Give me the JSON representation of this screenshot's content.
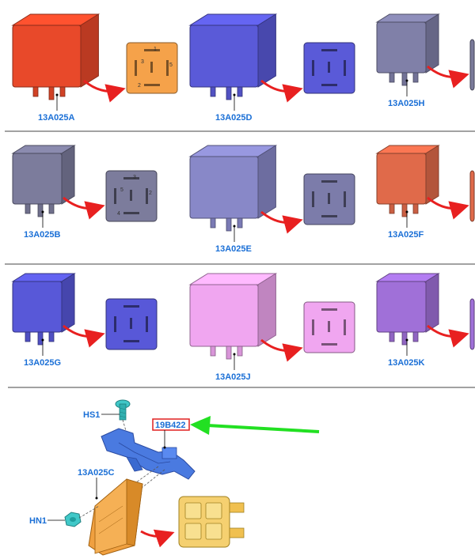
{
  "rows": [
    {
      "relays": [
        {
          "code": "13A025A",
          "color": "#e8492a",
          "style": "large",
          "pins": [
            "1",
            "3",
            "5",
            "2"
          ],
          "socket_color": "#f5a24a"
        },
        {
          "code": "13A025D",
          "color": "#5a5ad8",
          "style": "large",
          "pins": [],
          "socket_color": "#5a5ad8"
        },
        {
          "code": "13A025H",
          "color": "#8080a8",
          "style": "small",
          "pins": [],
          "socket_color": "#7a7a9a"
        }
      ]
    },
    {
      "relays": [
        {
          "code": "13A025B",
          "color": "#7c7c9c",
          "style": "small",
          "pins": [
            "3",
            "5",
            "2",
            "4"
          ],
          "socket_color": "#7c7c9c"
        },
        {
          "code": "13A025E",
          "color": "#8888c8",
          "style": "large",
          "pins": [],
          "socket_color": "#7c7caa"
        },
        {
          "code": "13A025F",
          "color": "#e06a4a",
          "style": "small",
          "pins": [],
          "socket_color": "#e06a4a"
        }
      ]
    },
    {
      "relays": [
        {
          "code": "13A025G",
          "color": "#5858d8",
          "style": "small",
          "pins": [],
          "socket_color": "#5858d8"
        },
        {
          "code": "13A025J",
          "color": "#f0a6f0",
          "style": "large",
          "pins": [],
          "socket_color": "#f0a6f0"
        },
        {
          "code": "13A025K",
          "color": "#a070d8",
          "style": "small",
          "pins": [],
          "socket_color": "#a070d8"
        }
      ]
    }
  ],
  "assembly": {
    "screw_label": "HS1",
    "bracket_label": "19B422",
    "relay_label": "13A025C",
    "nut_label": "HN1",
    "bracket_color": "#4a7ae0",
    "relay_color": "#f0a040",
    "socket_color": "#f5d070",
    "screw_color": "#40c8c8",
    "arrow_color": "#22e022",
    "highlight_color": "#e02020"
  },
  "arrow_color": "#e82020"
}
